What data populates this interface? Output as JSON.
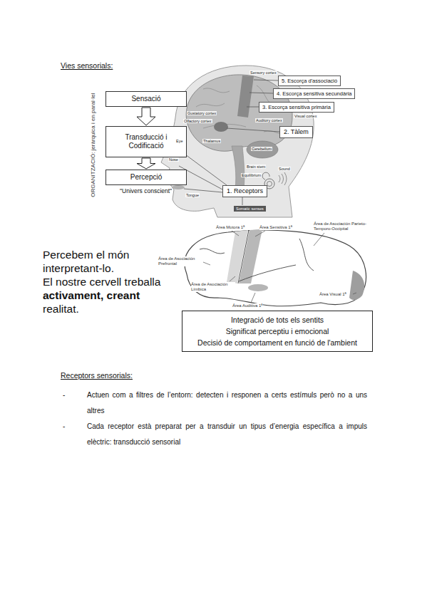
{
  "diagram": {
    "title": "Vies sensorials:",
    "nodes": [
      {
        "text": [
          "Sensació"
        ]
      },
      {
        "text": [
          "Transducció i Codificació"
        ]
      },
      {
        "text": [
          "Percepció"
        ]
      },
      {
        "text": [
          "5. Escorça d'associació"
        ]
      },
      {
        "text": [
          "4. Escorça sensitiva secundària"
        ]
      },
      {
        "text": [
          "3. Escorça sensitiva primària"
        ]
      },
      {
        "text": [
          "2. Tàlem"
        ]
      },
      {
        "text": [
          "1. Receptors"
        ]
      },
      {
        "text": [
          "Integració de tots els sentits",
          "Significat perceptiu i emocional",
          "Decisió de comportament en funció de l'ambient"
        ]
      }
    ],
    "edges": [
      {
        "from": 0,
        "to": 1,
        "arrow": "to"
      },
      {
        "from": 1,
        "to": 2,
        "arrow": "to"
      }
    ],
    "labels": [
      "ORGANITZACIÓ: jeràrquica i en paral·lel",
      "\"Univers conscient\"",
      "Sensory cortex",
      "Gustatory cortex",
      "Olfactory cortex",
      "Auditory cortex",
      "Visual cortex",
      "Eye",
      "Thalamus",
      "Nose",
      "Cerebellum",
      "Brain stem",
      "Sound",
      "Equilibrium",
      "Tongue",
      "Somatic senses",
      "Percebem el món interpretant-lo.",
      "El nostre cervell treballa",
      "activament, creant",
      "realitat.",
      "Área Motora 1ª",
      "Área Sensitiva 1ª",
      "Área de Asociación Parieto-Temporo-Occipital",
      "Área de Asociación Prefrontal",
      "Área de Asociación Límbica",
      "Área Auditiva 1ª",
      "Área Visual 1ª",
      "Receptors sensorials:",
      "-",
      "Actuen com a filtres de l’entorn: detecten i responen a certs estímuls però no a uns altres",
      "-",
      "Cada receptor està preparat per a transduir un tipus d’energia específica a impuls elèctric: transducció sensorial"
    ]
  }
}
